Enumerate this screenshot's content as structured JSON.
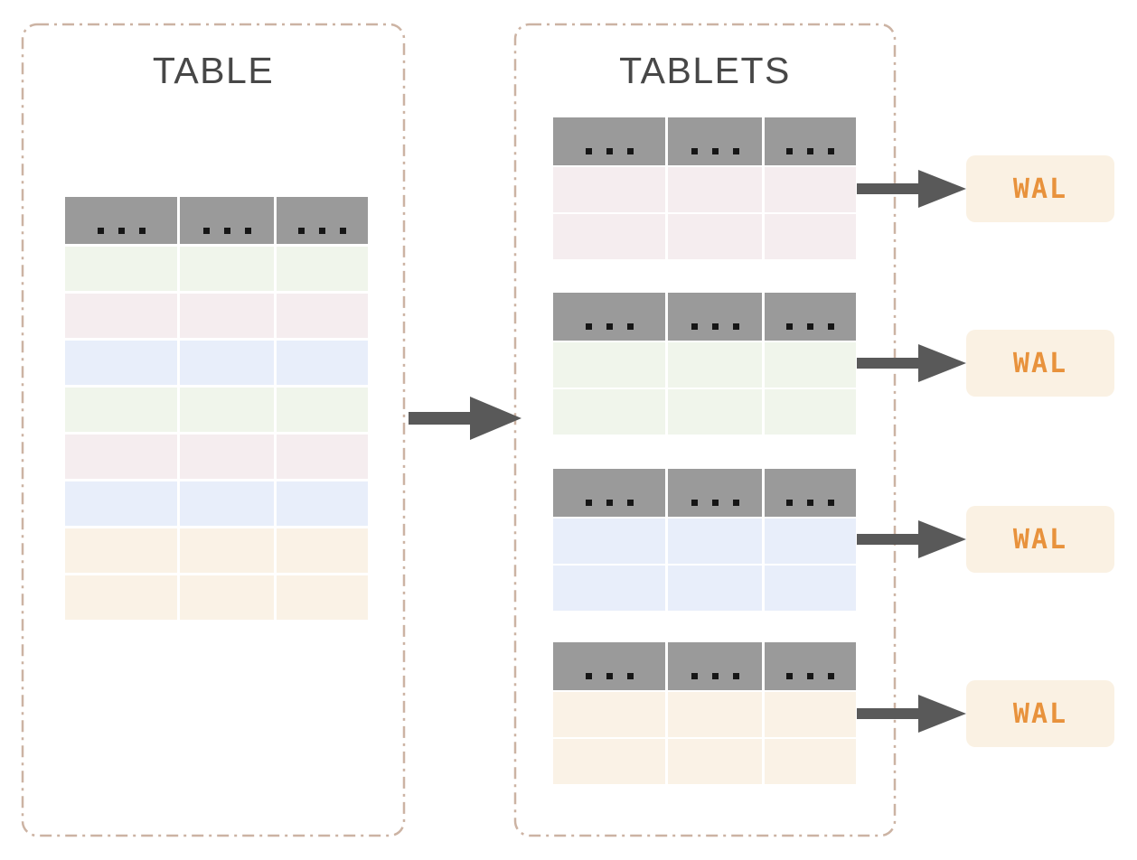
{
  "left_panel": {
    "title": "TABLE",
    "table": {
      "columns": 3,
      "header_cell_glyph": "...",
      "row_colors": [
        "green",
        "pink",
        "blue",
        "green",
        "pink",
        "blue",
        "orange",
        "orange"
      ]
    }
  },
  "right_panel": {
    "title": "TABLETS",
    "tablets": [
      {
        "color": "pink",
        "row_count": 2,
        "header_cell_glyph": "...",
        "wal_label": "WAL"
      },
      {
        "color": "green",
        "row_count": 2,
        "header_cell_glyph": "...",
        "wal_label": "WAL"
      },
      {
        "color": "blue",
        "row_count": 2,
        "header_cell_glyph": "...",
        "wal_label": "WAL"
      },
      {
        "color": "orange",
        "row_count": 2,
        "header_cell_glyph": "...",
        "wal_label": "WAL"
      }
    ]
  },
  "palette": {
    "header_gray": "#9a9a9a",
    "green": "#f0f5eb",
    "pink": "#f5edef",
    "blue": "#e8eefa",
    "orange": "#faf2e6",
    "wal_bg": "#faf1e3",
    "wal_text": "#e8923c",
    "arrow": "#595959",
    "panel_border": "#ccb3a3",
    "title_text": "#474747"
  }
}
